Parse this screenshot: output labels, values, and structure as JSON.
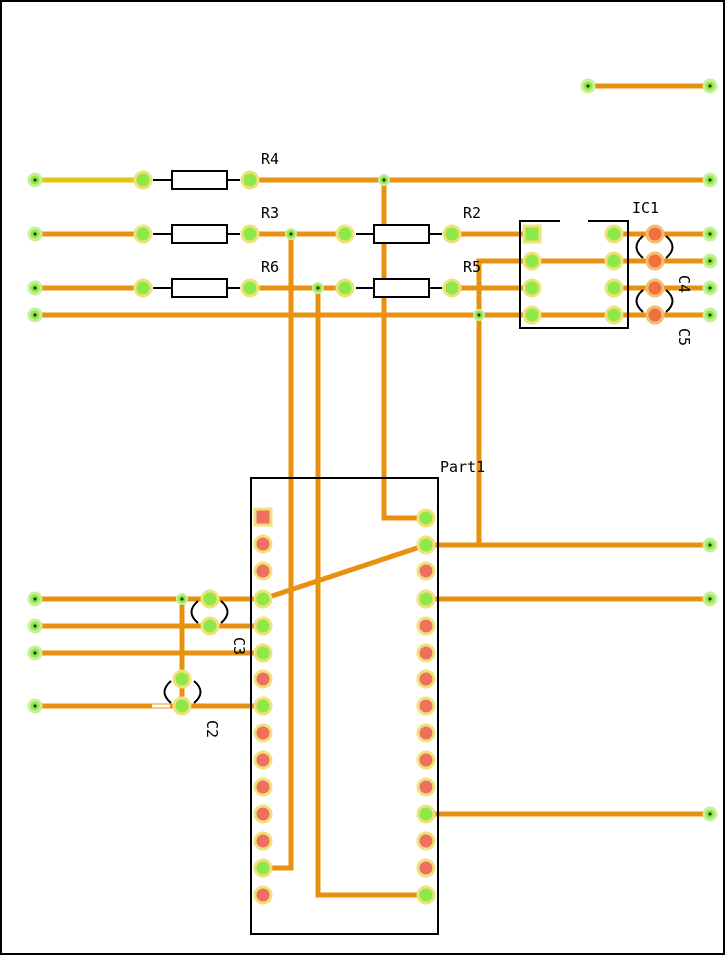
{
  "labels": {
    "r4": "R4",
    "r3": "R3",
    "r6": "R6",
    "r2": "R2",
    "r5": "R5",
    "ic1": "IC1",
    "c4": "C4",
    "c5": "C5",
    "part1": "Part1",
    "c3": "C3",
    "c2": "C2"
  },
  "colors": {
    "trace": "#e8900f",
    "trace_yellow": "#e6c40f",
    "pad_green": "#8ee84a",
    "pad_red": "#f07060",
    "pad_ring": "#f0e27a",
    "outline": "#000000"
  }
}
